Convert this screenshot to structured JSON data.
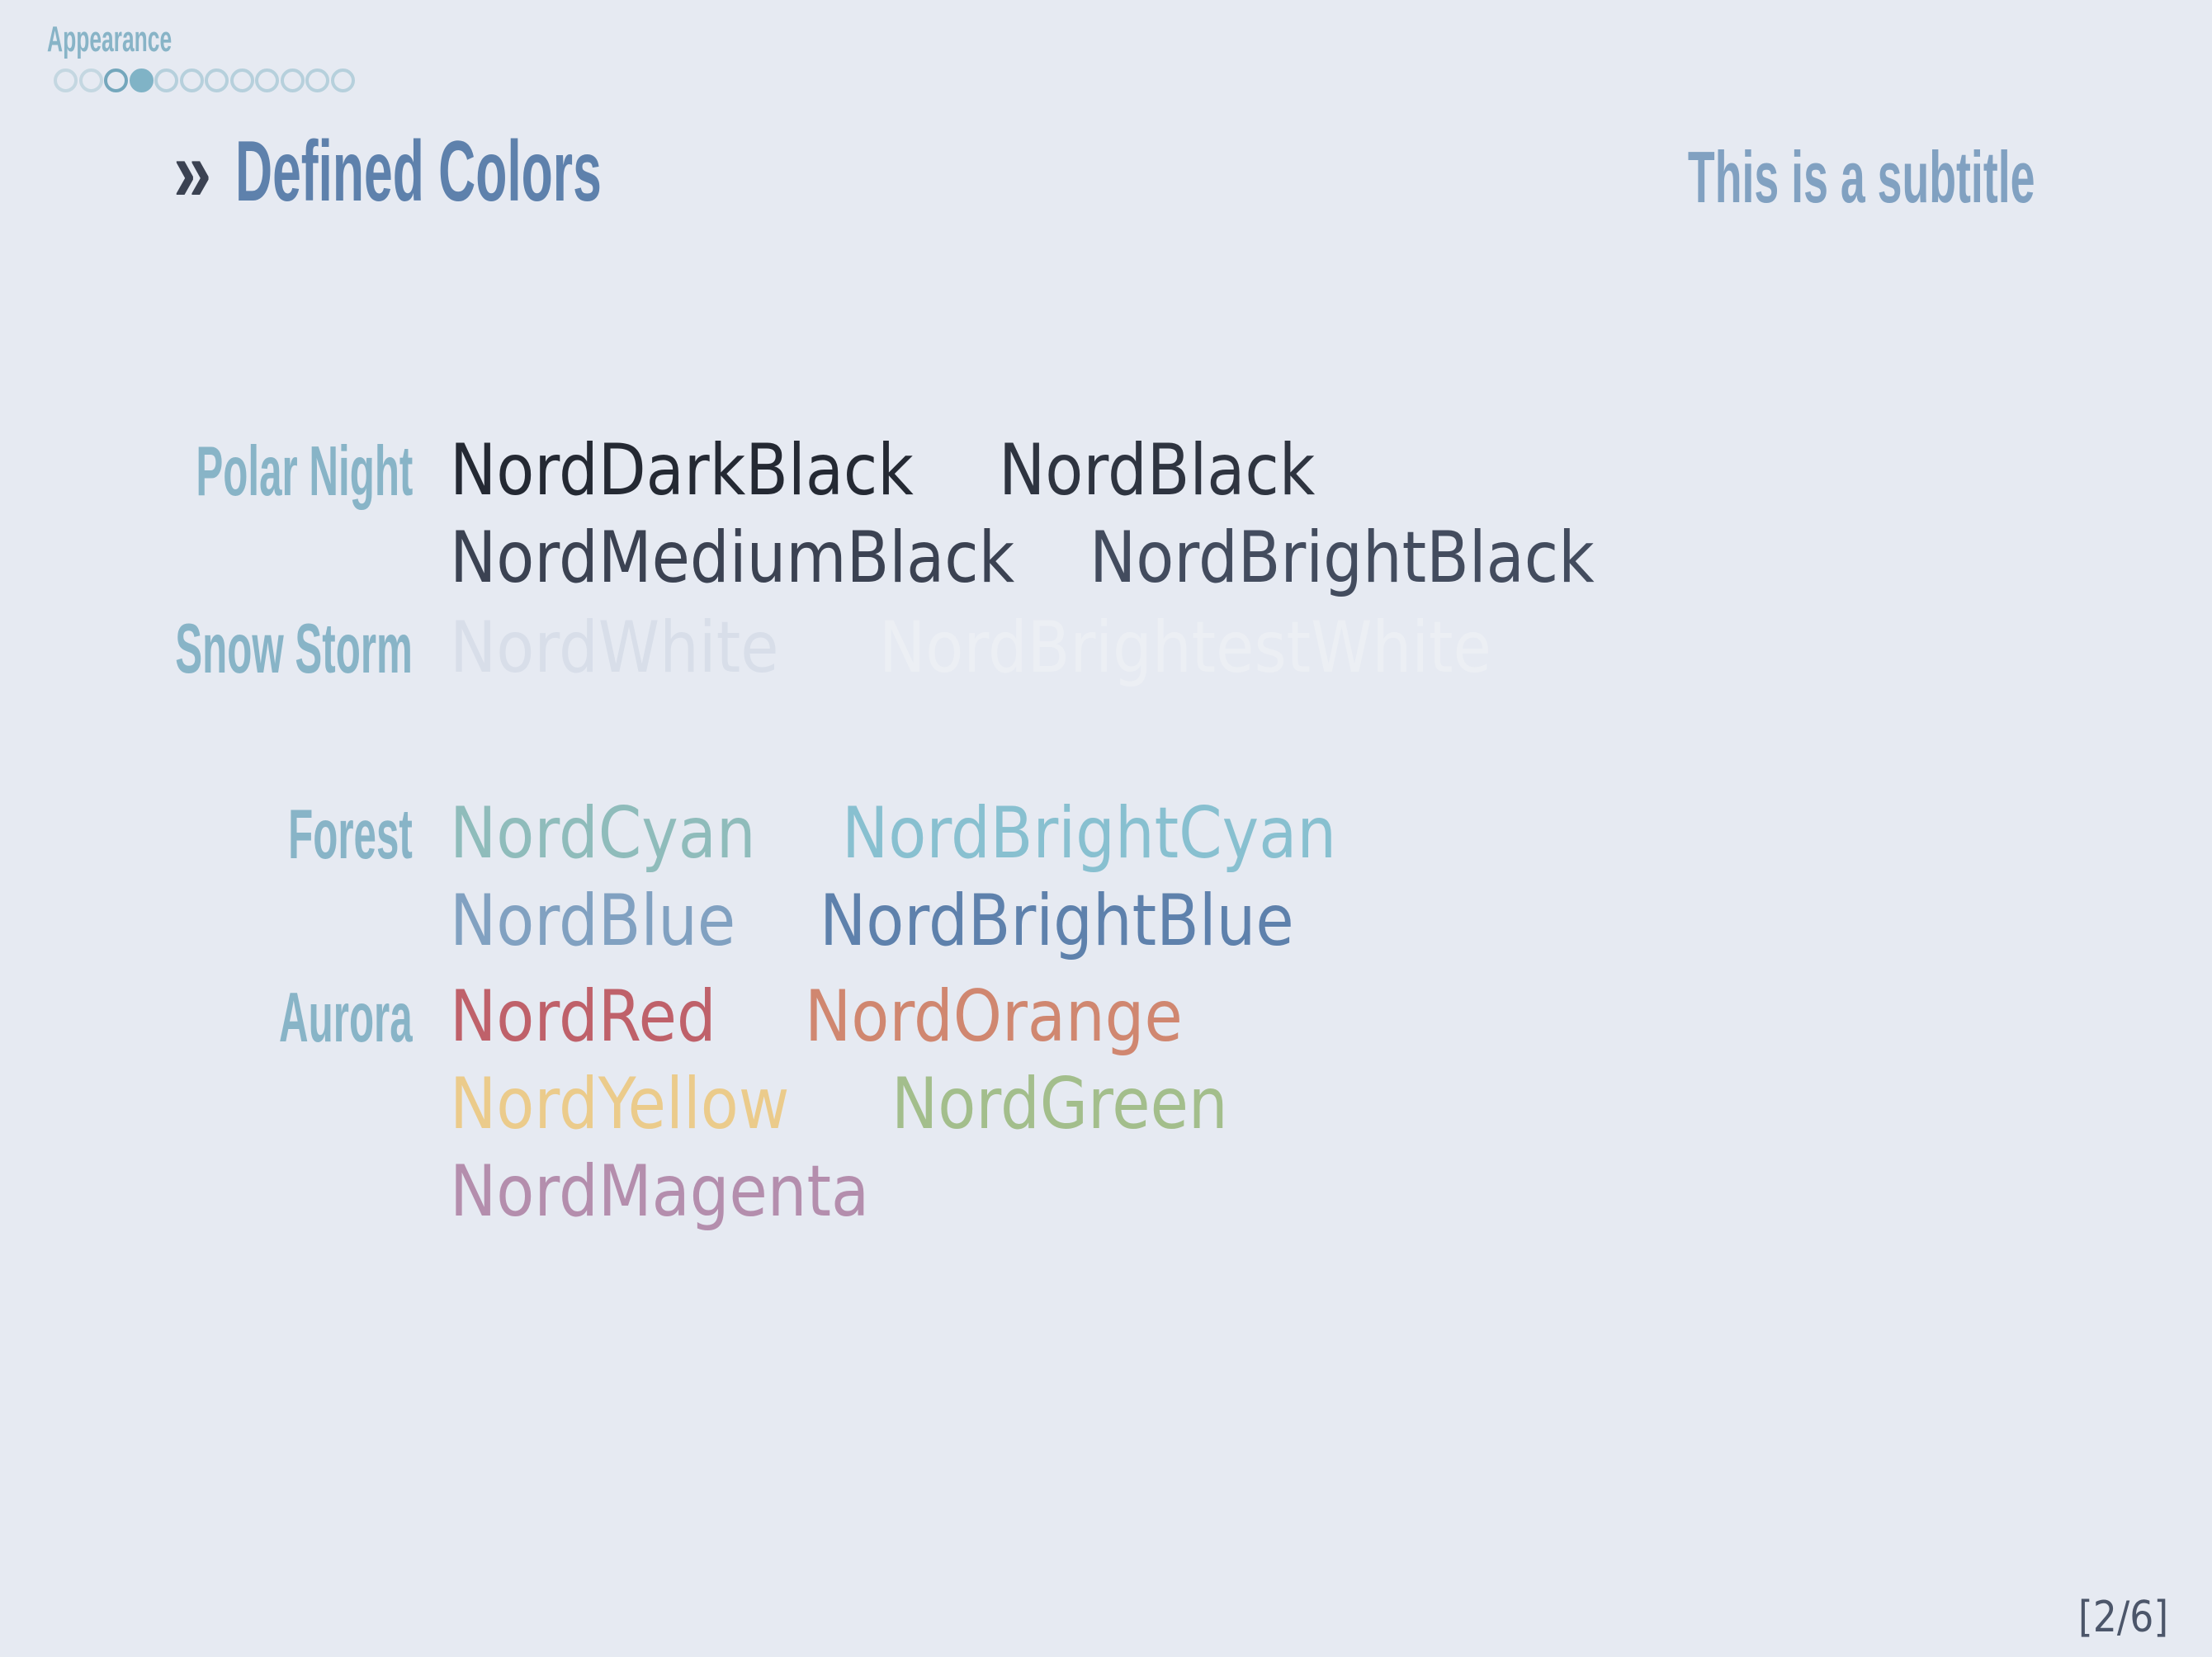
{
  "theme": {
    "background": "#E6EAF2",
    "heading-teal": "#88B4C7",
    "title-blue": "#5E81AC",
    "subtitle-blue": "#81A1C1",
    "marker-dark": "#3B4252",
    "footer-dark": "#4C566A",
    "dot-past": "#C4D7E1",
    "dot-future": "#B6D0DC",
    "dot-accent": "#74A7BC",
    "dot-current": "#80B3C6"
  },
  "header": {
    "section_label": "Appearance",
    "progress_dots": {
      "total": 12,
      "current_index": 4,
      "states": [
        "past",
        "past",
        "accent",
        "current",
        "future",
        "future",
        "future",
        "future",
        "future",
        "future",
        "future",
        "future"
      ]
    }
  },
  "title": {
    "marker": "»",
    "text": "Defined Colors",
    "subtitle": "This is a subtitle"
  },
  "colors": {
    "groups": [
      {
        "label": "Polar Night",
        "lines": [
          {
            "items": [
              {
                "name": "NordDarkBlack",
                "hex": "#242933"
              },
              {
                "name": "NordBlack",
                "hex": "#2E3440"
              }
            ]
          },
          {
            "items": [
              {
                "name": "NordMediumBlack",
                "hex": "#3B4252"
              },
              {
                "name": "NordBrightBlack",
                "hex": "#434C5E"
              }
            ]
          }
        ]
      },
      {
        "label": "Snow Storm",
        "lines": [
          {
            "items": [
              {
                "name": "NordWhite",
                "hex": "#D8DEE9"
              },
              {
                "name": "NordBrightestWhite",
                "hex": "#ECEFF4"
              }
            ]
          }
        ]
      },
      {
        "label": "Forest",
        "lines": [
          {
            "items": [
              {
                "name": "NordCyan",
                "hex": "#8FBCBB"
              },
              {
                "name": "NordBrightCyan",
                "hex": "#88C0D0"
              }
            ]
          },
          {
            "items": [
              {
                "name": "NordBlue",
                "hex": "#81A1C1"
              },
              {
                "name": "NordBrightBlue",
                "hex": "#5E81AC"
              }
            ]
          }
        ]
      },
      {
        "label": "Aurora",
        "lines": [
          {
            "items": [
              {
                "name": "NordRed",
                "hex": "#BF616A"
              },
              {
                "name": "NordOrange",
                "hex": "#D08770"
              }
            ]
          },
          {
            "items": [
              {
                "name": "NordYellow",
                "hex": "#EBCB8B"
              },
              {
                "name": "NordGreen",
                "hex": "#A3BE8C"
              }
            ]
          },
          {
            "items": [
              {
                "name": "NordMagenta",
                "hex": "#B48EAD"
              }
            ]
          }
        ]
      }
    ]
  },
  "footer": {
    "page_indicator": "[2/6]"
  }
}
